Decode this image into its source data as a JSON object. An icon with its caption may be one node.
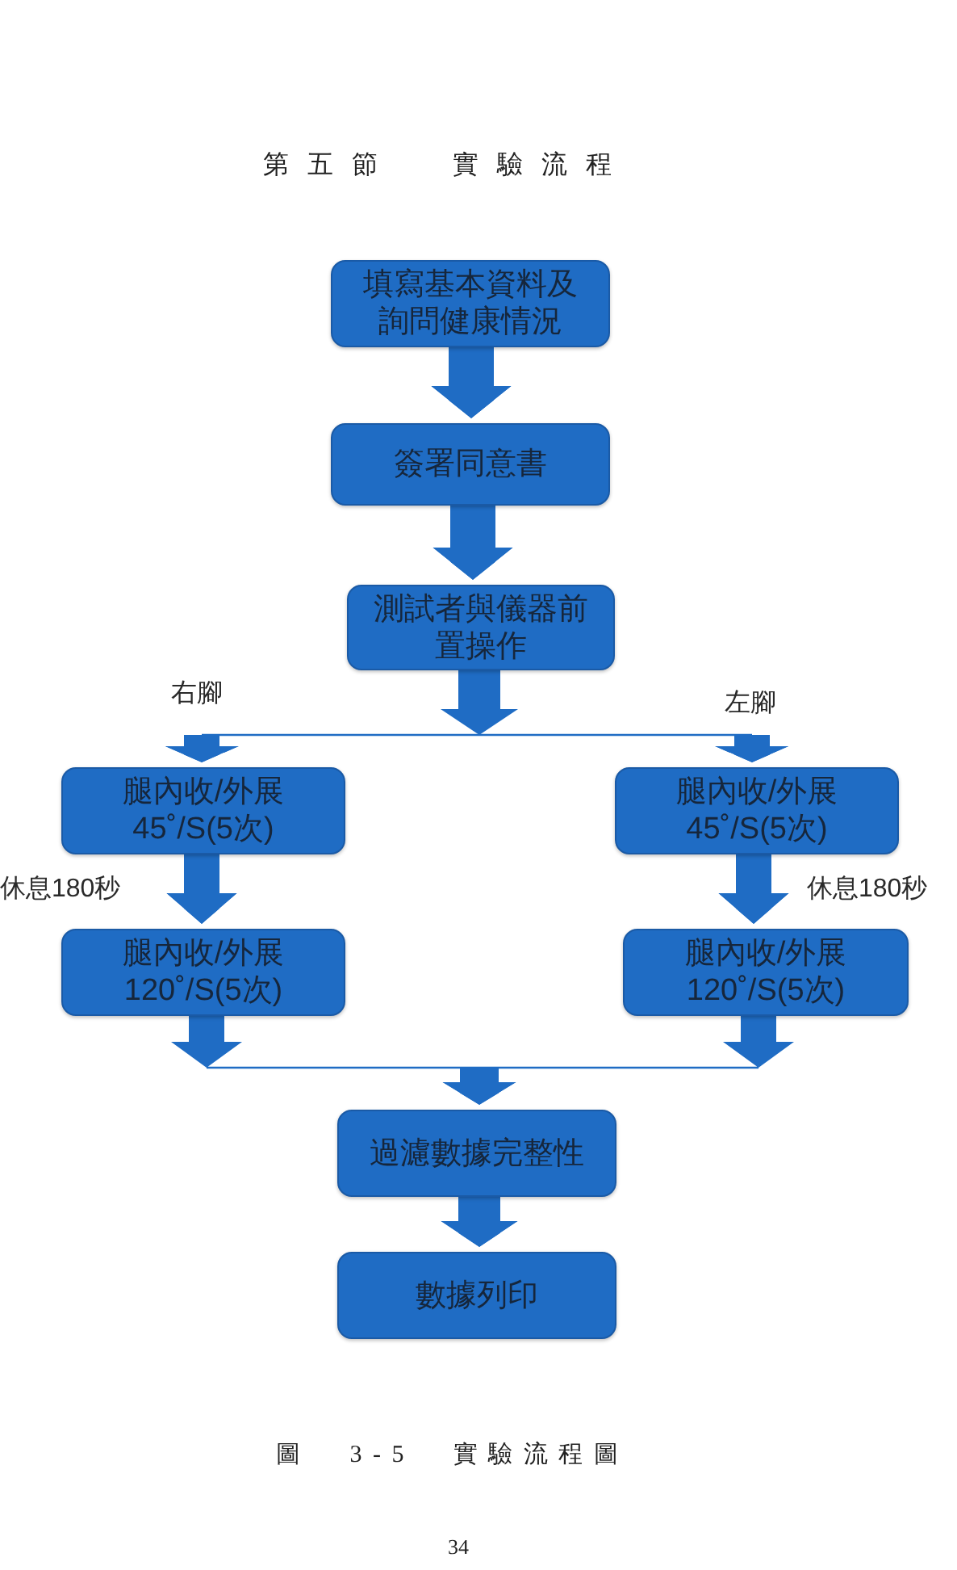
{
  "diagram": {
    "title": "第五節 實驗流程",
    "caption": "圖 3-5 實驗流程圖",
    "nodes": [
      {
        "text": [
          "填寫基本資料及詢問健康情況"
        ]
      },
      {
        "text": [
          "簽署同意書"
        ]
      },
      {
        "text": [
          "測試者與儀器前置操作"
        ]
      },
      {
        "text": [
          "腿內收/外展 45˚/S(5次)"
        ]
      },
      {
        "text": [
          "腿內收/外展 120˚/S(5次)"
        ]
      },
      {
        "text": [
          "腿內收/外展 45˚/S(5次)"
        ]
      },
      {
        "text": [
          "腿內收/外展 120˚/S(5次)"
        ]
      },
      {
        "text": [
          "過濾數據完整性"
        ]
      },
      {
        "text": [
          "數據列印"
        ]
      }
    ],
    "edges": [
      {
        "from": 0,
        "to": 1,
        "arrow": "to"
      },
      {
        "from": 1,
        "to": 2,
        "arrow": "to"
      },
      {
        "from": 2,
        "to": 3,
        "arrow": "to",
        "label": "右腳"
      },
      {
        "from": 2,
        "to": 5,
        "arrow": "to",
        "label": "左腳"
      },
      {
        "from": 3,
        "to": 4,
        "arrow": "to",
        "label": "休息180秒"
      },
      {
        "from": 5,
        "to": 6,
        "arrow": "to",
        "label": "休息180秒"
      },
      {
        "from": 4,
        "to": 7,
        "arrow": "to"
      },
      {
        "from": 6,
        "to": 7,
        "arrow": "to"
      },
      {
        "from": 7,
        "to": 8,
        "arrow": "to"
      }
    ],
    "labels": [
      "34"
    ]
  }
}
